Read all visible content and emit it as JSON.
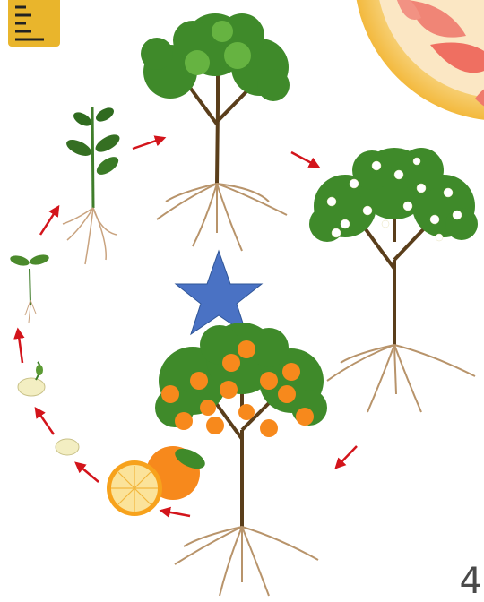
{
  "diagram": {
    "stages": [
      {
        "id": "seed",
        "icon": "seed-icon"
      },
      {
        "id": "germinating-seed",
        "icon": "sprouting-seed-icon"
      },
      {
        "id": "seedling",
        "icon": "seedling-icon"
      },
      {
        "id": "young-plant",
        "icon": "young-plant-icon"
      },
      {
        "id": "adult-tree",
        "icon": "tree-icon"
      },
      {
        "id": "flowering-tree",
        "icon": "flowering-tree-icon"
      },
      {
        "id": "fruiting-tree",
        "icon": "orange-tree-icon"
      },
      {
        "id": "fruit",
        "icon": "orange-fruit-icon"
      }
    ],
    "cycle_direction": "clockwise",
    "arrow_color": "#d3141b"
  },
  "decorations": {
    "menu_icon": "menu-icon",
    "star_icon": "star-icon",
    "star_color": "#4a72c4",
    "grapefruit_icon": "grapefruit-slice-icon",
    "corner_mark": "4"
  }
}
